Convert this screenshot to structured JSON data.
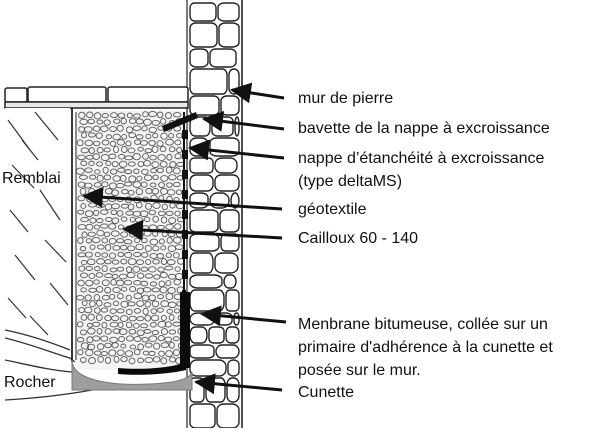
{
  "diagram": {
    "left_labels": {
      "remblai": "Remblai",
      "rocher": "Rocher"
    },
    "callouts": [
      {
        "id": "mur-de-pierre",
        "lines": [
          "mur de pierre"
        ]
      },
      {
        "id": "bavette",
        "lines": [
          "bavette de la nappe à excroissance"
        ]
      },
      {
        "id": "nappe",
        "lines": [
          "nappe d’étanchéité à excroissance",
          "(type deltaMS)"
        ]
      },
      {
        "id": "geotextile",
        "lines": [
          "géotextile"
        ]
      },
      {
        "id": "cailloux",
        "lines": [
          "Cailloux 60 - 140"
        ]
      },
      {
        "id": "membrane",
        "lines": [
          "Menbrane bitumeuse, collée sur un",
          "primaire d'adhérence à la cunette et",
          "posée sur le mur."
        ]
      },
      {
        "id": "cunette",
        "lines": [
          "Cunette"
        ]
      }
    ],
    "colors": {
      "ink": "#111111",
      "stone_fill": "#ffffff",
      "gravel_fill": "#f4f4f4",
      "cunette_fill": "#9e9e9e",
      "membrane": "#0a0a0a"
    }
  }
}
